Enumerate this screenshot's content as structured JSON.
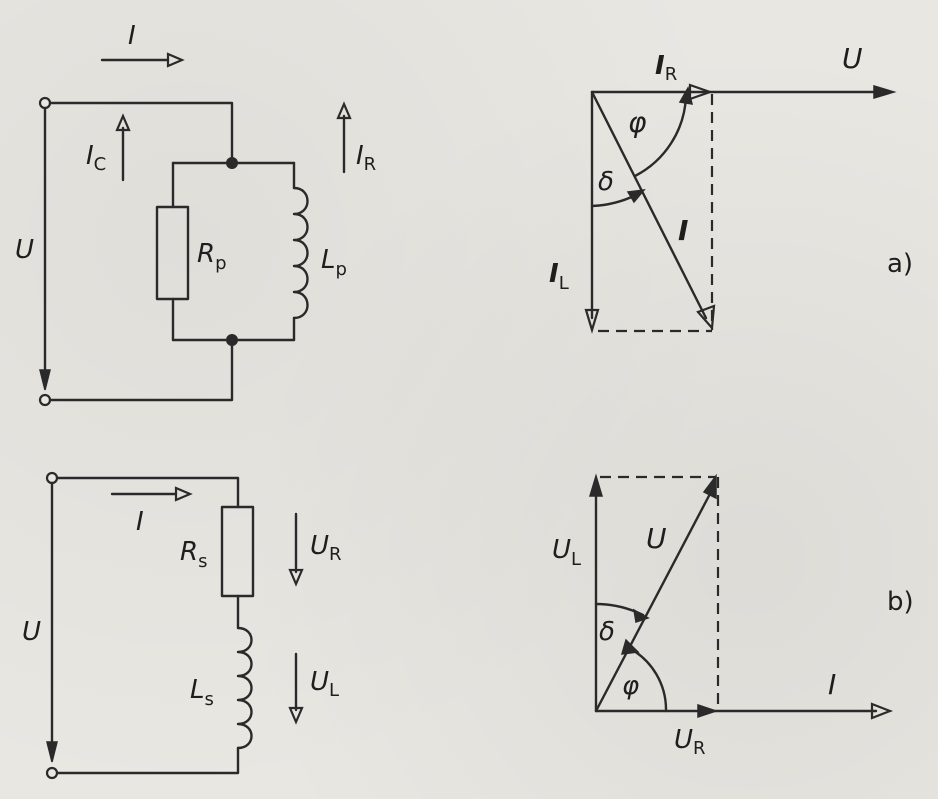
{
  "figure": {
    "captions": {
      "a": "a)",
      "b": "b)"
    },
    "parallel_circuit": {
      "current": "I",
      "capacitive_current": {
        "sym": "I",
        "sub": "C"
      },
      "resistive_current": {
        "sym": "I",
        "sub": "R"
      },
      "voltage": "U",
      "resistor": {
        "sym": "R",
        "sub": "p"
      },
      "inductor": {
        "sym": "L",
        "sub": "p"
      }
    },
    "parallel_phasor": {
      "voltage": "U",
      "resistive_current": {
        "sym": "I",
        "sub": "R"
      },
      "inductive_current": {
        "sym": "I",
        "sub": "L"
      },
      "total_current": "I",
      "phase_angle": "φ",
      "loss_angle": "δ"
    },
    "series_circuit": {
      "current": "I",
      "voltage": "U",
      "resistor": {
        "sym": "R",
        "sub": "s"
      },
      "inductor": {
        "sym": "L",
        "sub": "s"
      },
      "resistor_voltage": {
        "sym": "U",
        "sub": "R"
      },
      "inductor_voltage": {
        "sym": "U",
        "sub": "L"
      }
    },
    "series_phasor": {
      "current": "I",
      "total_voltage": "U",
      "resistor_voltage": {
        "sym": "U",
        "sub": "R"
      },
      "inductor_voltage": {
        "sym": "U",
        "sub": "L"
      },
      "phase_angle": "φ",
      "loss_angle": "δ"
    }
  }
}
